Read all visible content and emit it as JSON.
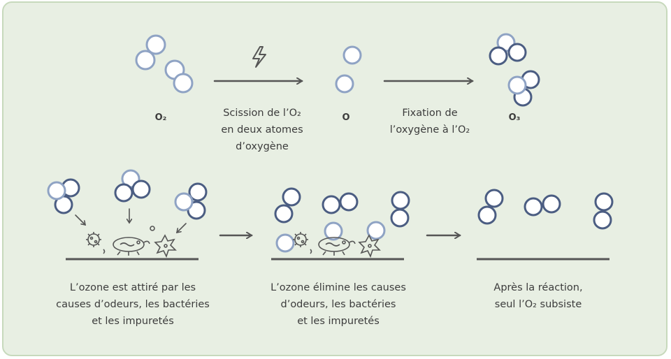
{
  "top_row": {
    "o2_label": "O₂",
    "step1_text": [
      "Scission de l’O₂",
      "en deux atomes",
      "d’oxygène"
    ],
    "step1_icon": "lightning-icon",
    "o_label": "O",
    "step2_text": [
      "Fixation de",
      "l’oxygène à l’O₂"
    ],
    "o3_label": "O₃"
  },
  "bottom_row": {
    "caption1": [
      "L’ozone est attiré par les",
      "causes d’odeurs, les bactéries",
      "et les impuretés"
    ],
    "caption2": [
      "L’ozone élimine les causes",
      "d’odeurs, les bactéries",
      "et les impuretés"
    ],
    "caption3": [
      "Après la réaction,",
      "seul l’O₂ subsiste"
    ]
  },
  "colors": {
    "background": "#e8efe3",
    "border": "#c7d9bc",
    "dark_atom": "#4b5d82",
    "light_atom": "#8fa3c4",
    "line": "#555555",
    "text": "#3c3c3c"
  }
}
